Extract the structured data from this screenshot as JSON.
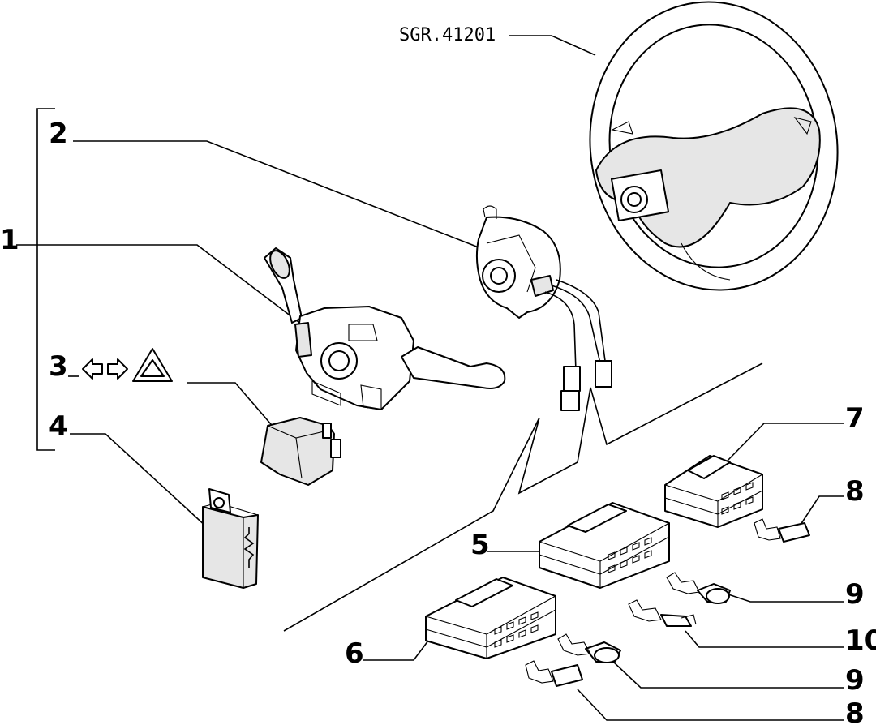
{
  "drawing_code": "SGR.41201",
  "callouts": [
    {
      "id": "c1",
      "text": "1"
    },
    {
      "id": "c2",
      "text": "2"
    },
    {
      "id": "c3",
      "text": "3"
    },
    {
      "id": "c4",
      "text": "4"
    },
    {
      "id": "c5",
      "text": "5"
    },
    {
      "id": "c6",
      "text": "6"
    },
    {
      "id": "c7",
      "text": "7"
    },
    {
      "id": "c8a",
      "text": "8"
    },
    {
      "id": "c9a",
      "text": "9"
    },
    {
      "id": "c10",
      "text": "10"
    },
    {
      "id": "c9b",
      "text": "9"
    },
    {
      "id": "c8b",
      "text": "8"
    }
  ],
  "icons": [
    "arrow-left-icon",
    "arrow-right-icon",
    "hazard-triangle-icon",
    "clock-icon",
    "resistor-icon"
  ]
}
